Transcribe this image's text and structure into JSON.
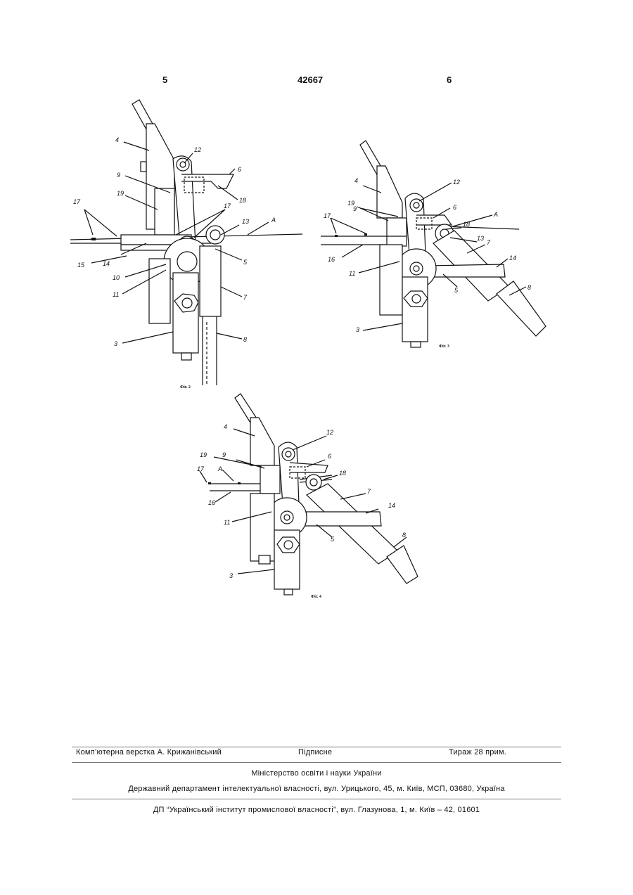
{
  "header": {
    "left_page": "5",
    "patent_number": "42667",
    "right_page": "6"
  },
  "figures": {
    "fig2": {
      "caption": "Фіг. 2",
      "labels": [
        "4",
        "12",
        "6",
        "9",
        "19",
        "18",
        "17",
        "17",
        "13",
        "A",
        "14",
        "15",
        "10",
        "11",
        "5",
        "7",
        "3",
        "8"
      ]
    },
    "fig3": {
      "caption": "Фіг. 3",
      "labels": [
        "4",
        "12",
        "19",
        "9",
        "6",
        "A",
        "17",
        "18",
        "13",
        "7",
        "16",
        "14",
        "11",
        "5",
        "8",
        "3"
      ]
    },
    "fig4": {
      "caption": "Фіг. 4",
      "labels": [
        "4",
        "12",
        "19",
        "9",
        "6",
        "17",
        "A",
        "18",
        "16",
        "7",
        "14",
        "11",
        "5",
        "8",
        "3"
      ]
    }
  },
  "footer": {
    "typesetting": "Комп’ютерна верстка А. Крижанівський",
    "signed": "Підписне",
    "circulation": "Тираж 28 прим.",
    "ministry": "Міністерство освіти і науки України",
    "department": "Державний департамент інтелектуальної власності, вул. Урицького, 45, м. Київ, МСП, 03680, Україна",
    "institute": "ДП “Український інститут промислової власності”, вул. Глазунова, 1, м. Київ – 42, 01601"
  }
}
